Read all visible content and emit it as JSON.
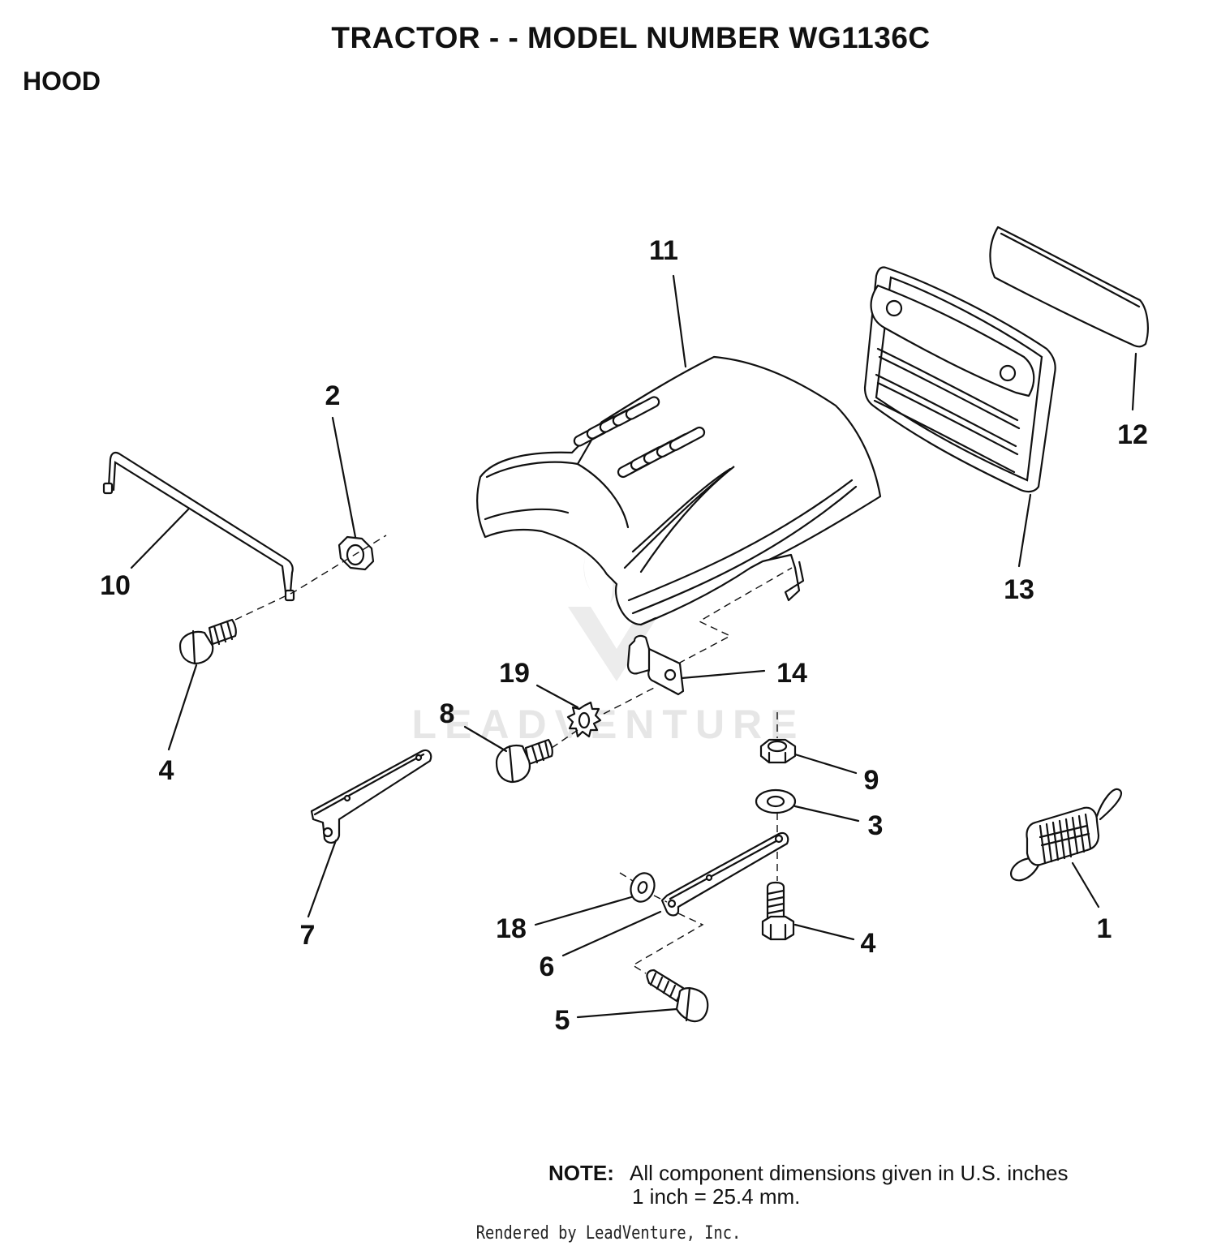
{
  "header": {
    "title": "TRACTOR - - MODEL NUMBER WG1136C",
    "section": "HOOD"
  },
  "callouts": [
    "11",
    "2",
    "12",
    "13",
    "10",
    "4",
    "14",
    "19",
    "8",
    "9",
    "3",
    "7",
    "1",
    "18",
    "4",
    "6",
    "5"
  ],
  "watermark": {
    "text": "LEADVENTURE"
  },
  "note": {
    "label": "NOTE:",
    "line1": "All component dimensions given in U.S. inches",
    "line2": "1 inch = 25.4 mm."
  },
  "footer": {
    "text": "Rendered by LeadVenture, Inc."
  }
}
